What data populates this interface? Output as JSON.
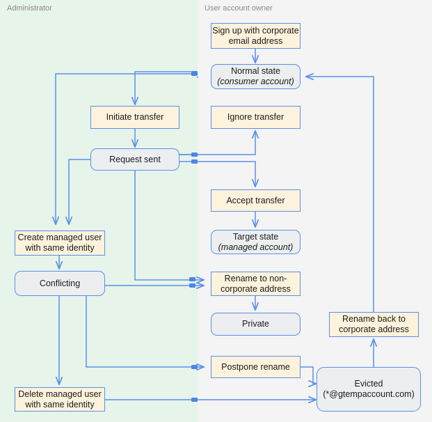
{
  "diagram": {
    "type": "flowchart",
    "title": "",
    "lanes": [
      {
        "id": "administrator",
        "label": "Administrator",
        "color": "#e6f4ea"
      },
      {
        "id": "user-account-owner",
        "label": "User account owner",
        "color": "#f4f4f4"
      }
    ],
    "colors": {
      "action_fill": "#fdf3dd",
      "state_fill": "#eceef0",
      "node_border": "#5b8fe8",
      "edge": "#5b8fe8",
      "admin_lane": "#e6f4ea",
      "user_lane": "#f4f4f4",
      "lane_label": "#8a8a8a"
    },
    "nodes": [
      {
        "id": "signup",
        "label": "Sign up with corporate email address",
        "shape": "action",
        "lane": "user-account-owner"
      },
      {
        "id": "normal-state",
        "label": "Normal state",
        "sublabel": "(consumer account)",
        "shape": "state",
        "lane": "user-account-owner"
      },
      {
        "id": "initiate-transfer",
        "label": "Initiate transfer",
        "shape": "action",
        "lane": "administrator"
      },
      {
        "id": "ignore-transfer",
        "label": "Ignore transfer",
        "shape": "action",
        "lane": "user-account-owner"
      },
      {
        "id": "request-sent",
        "label": "Request sent",
        "shape": "state",
        "lane": "administrator"
      },
      {
        "id": "accept-transfer",
        "label": "Accept transfer",
        "shape": "action",
        "lane": "user-account-owner"
      },
      {
        "id": "target-state",
        "label": "Target state",
        "sublabel": "(managed account)",
        "shape": "state",
        "lane": "user-account-owner"
      },
      {
        "id": "create-managed-user",
        "label": "Create managed user with same identity",
        "shape": "action",
        "lane": "administrator"
      },
      {
        "id": "conflicting",
        "label": "Conflicting",
        "shape": "state",
        "lane": "administrator"
      },
      {
        "id": "rename-noncorporate",
        "label": "Rename to non-corporate address",
        "shape": "action",
        "lane": "user-account-owner"
      },
      {
        "id": "private",
        "label": "Private",
        "shape": "state",
        "lane": "user-account-owner"
      },
      {
        "id": "rename-back",
        "label": "Rename back to corporate address",
        "shape": "action",
        "lane": "user-account-owner"
      },
      {
        "id": "postpone-rename",
        "label": "Postpone rename",
        "shape": "action",
        "lane": "user-account-owner"
      },
      {
        "id": "evicted",
        "label": "Evicted",
        "sublabel": "(*@gtempaccount.com)",
        "shape": "state",
        "lane": "user-account-owner"
      },
      {
        "id": "delete-managed-user",
        "label": "Delete managed user with same identity",
        "shape": "action",
        "lane": "administrator"
      }
    ],
    "edges": [
      {
        "from": "signup",
        "to": "normal-state"
      },
      {
        "from": "normal-state",
        "to": "initiate-transfer"
      },
      {
        "from": "normal-state",
        "to": "ignore-transfer"
      },
      {
        "from": "normal-state",
        "to": "accept-transfer"
      },
      {
        "from": "initiate-transfer",
        "to": "request-sent"
      },
      {
        "from": "ignore-transfer",
        "to": "normal-state"
      },
      {
        "from": "request-sent",
        "to": "ignore-transfer"
      },
      {
        "from": "request-sent",
        "to": "accept-transfer"
      },
      {
        "from": "request-sent",
        "to": "create-managed-user"
      },
      {
        "from": "request-sent",
        "to": "rename-noncorporate"
      },
      {
        "from": "accept-transfer",
        "to": "target-state"
      },
      {
        "from": "create-managed-user",
        "to": "conflicting"
      },
      {
        "from": "conflicting",
        "to": "rename-noncorporate"
      },
      {
        "from": "conflicting",
        "to": "postpone-rename"
      },
      {
        "from": "conflicting",
        "to": "delete-managed-user"
      },
      {
        "from": "rename-noncorporate",
        "to": "private"
      },
      {
        "from": "postpone-rename",
        "to": "evicted"
      },
      {
        "from": "delete-managed-user",
        "to": "evicted"
      },
      {
        "from": "evicted",
        "to": "rename-back"
      },
      {
        "from": "rename-back",
        "to": "normal-state"
      }
    ]
  }
}
